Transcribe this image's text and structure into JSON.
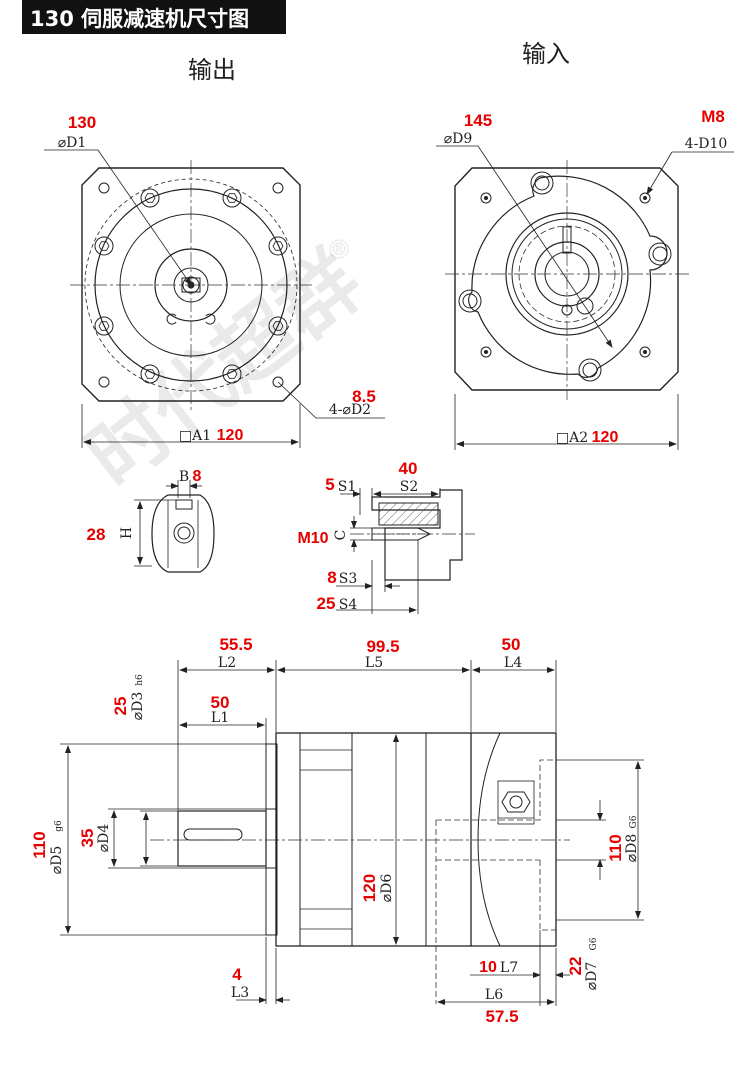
{
  "header": {
    "title": "130 伺服减速机尺寸图"
  },
  "views": {
    "output_label": "输出",
    "input_label": "输入"
  },
  "watermark": {
    "text": "时代超群",
    "registered": "®"
  },
  "dimensions": {
    "D1": {
      "value": "130",
      "label": "⌀D1"
    },
    "D9": {
      "value": "145",
      "label": "⌀D9"
    },
    "D10": {
      "value": "M8",
      "label": "4-D10"
    },
    "D2": {
      "value": "8.5",
      "label": "4-⌀D2"
    },
    "A1": {
      "value": "120",
      "label": "□A1"
    },
    "A2": {
      "value": "120",
      "label": "□A2"
    },
    "B": {
      "value": "8",
      "label": "B"
    },
    "H": {
      "value": "28",
      "label": "H"
    },
    "S1": {
      "value": "5",
      "label": "S1"
    },
    "S2": {
      "value": "40",
      "label": "S2"
    },
    "C": {
      "value": "M10",
      "label": "C"
    },
    "S3": {
      "value": "8",
      "label": "S3"
    },
    "S4": {
      "value": "25",
      "label": "S4"
    },
    "L2": {
      "value": "55.5",
      "label": "L2"
    },
    "L5": {
      "value": "99.5",
      "label": "L5"
    },
    "L4": {
      "value": "50",
      "label": "L4"
    },
    "D3": {
      "value": "25",
      "label": "⌀D3",
      "tol": "h6"
    },
    "L1": {
      "value": "50",
      "label": "L1"
    },
    "D5": {
      "value": "110",
      "label": "⌀D5",
      "tol": "g6"
    },
    "D4": {
      "value": "35",
      "label": "⌀D4"
    },
    "D6": {
      "value": "120",
      "label": "⌀D6"
    },
    "D8": {
      "value": "110",
      "label": "⌀D8",
      "tol": "G6"
    },
    "L3": {
      "value": "4",
      "label": "L3"
    },
    "L7": {
      "value": "10",
      "label": "L7"
    },
    "D7": {
      "value": "22",
      "label": "⌀D7",
      "tol": "G6"
    },
    "L6": {
      "value": "57.5",
      "label": "L6"
    }
  }
}
